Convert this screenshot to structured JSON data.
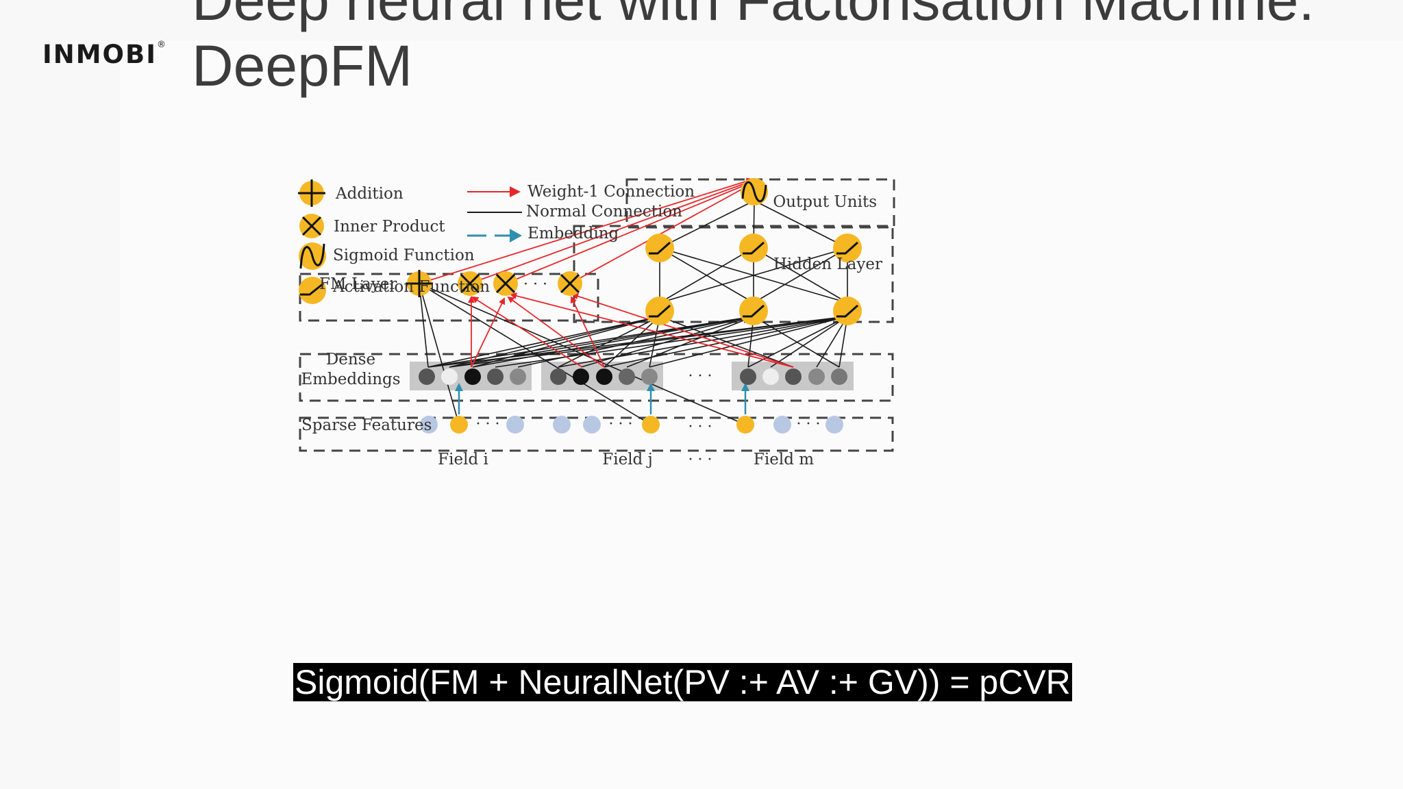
{
  "logo": {
    "text": "INMOBI",
    "reg": "®"
  },
  "title": "Deep neural net with Factorisation Machine:\nDeepFM",
  "diagram": {
    "legend": {
      "addition": "Addition",
      "inner_product": "Inner Product",
      "sigmoid": "Sigmoid Function",
      "activation": "Activation Function",
      "weight1": "Weight-1 Connection",
      "normal": "Normal Connection",
      "embedding": "Embedding"
    },
    "labels": {
      "output_units": "Output Units",
      "hidden_layer": "Hidden Layer",
      "fm_layer": "FM Layer",
      "dense_line1": "Dense",
      "dense_line2": "Embeddings",
      "sparse": "Sparse Features",
      "field_i": "Field i",
      "field_j": "Field j",
      "field_m": "Field m",
      "dots": "· · ·"
    },
    "colors": {
      "node": "#f5b824",
      "weight1": "#e8262a",
      "normal": "#1a1a1a",
      "embedding": "#2e8fb0",
      "sparse": "#b8c8e2",
      "dense_bg": "#c8c8c8"
    }
  },
  "formula": "Sigmoid(FM + NeuralNet(PV :+ AV :+ GV)) = pCVR"
}
